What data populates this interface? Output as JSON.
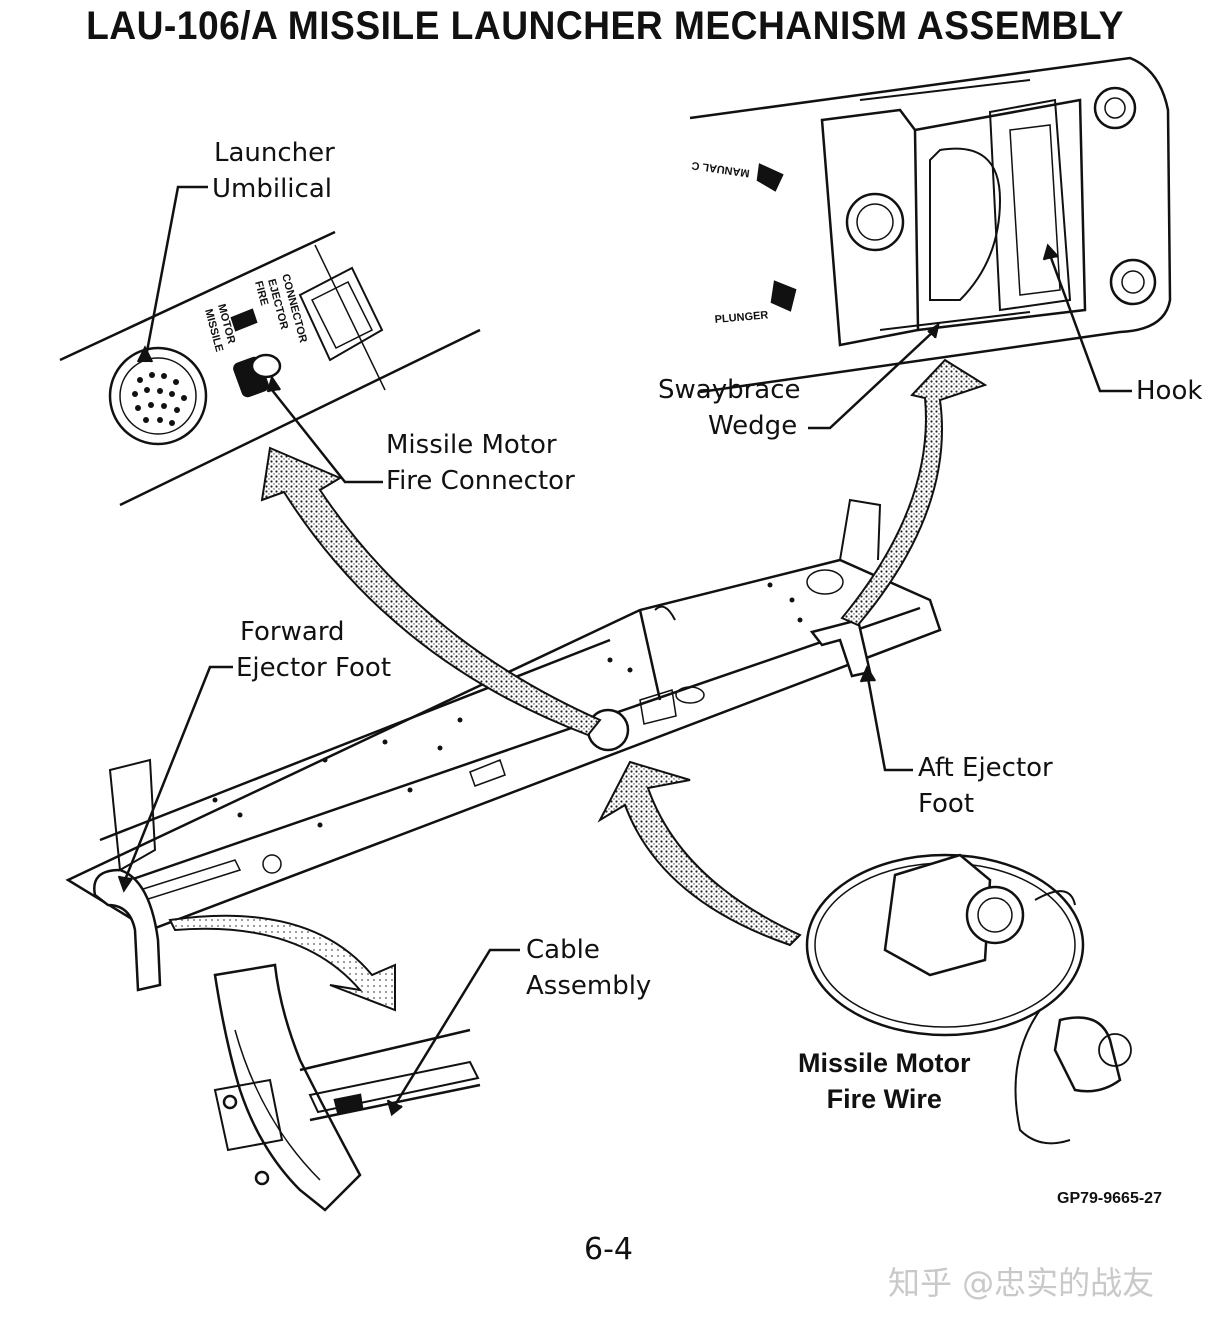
{
  "title": "LAU-106/A MISSILE LAUNCHER MECHANISM ASSEMBLY",
  "labels": {
    "launcher_umbilical": [
      "Launcher",
      "Umbilical"
    ],
    "missile_motor_fire_connector": [
      "Missile Motor",
      "Fire Connector"
    ],
    "swaybrace_wedge": [
      "Swaybrace",
      "Wedge"
    ],
    "hook": "Hook",
    "forward_ejector_foot": [
      "Forward",
      "Ejector Foot"
    ],
    "aft_ejector_foot": [
      "Aft Ejector",
      "Foot"
    ],
    "cable_assembly": [
      "Cable",
      "Assembly"
    ],
    "missile_motor_fire_wire": [
      "Missile Motor",
      "Fire Wire"
    ]
  },
  "panel_markings": {
    "missile_motor": [
      "MISSILE",
      "MOTOR"
    ],
    "fire_ejector": [
      "FIRE",
      "EJECTOR"
    ],
    "connector": "CONNECTOR",
    "manual": "MANUAL C",
    "plunger": "PLUNGER"
  },
  "figure_ref": "GP79-9665-27",
  "page_number": "6-4",
  "watermark": "知乎 @忠实的战友"
}
